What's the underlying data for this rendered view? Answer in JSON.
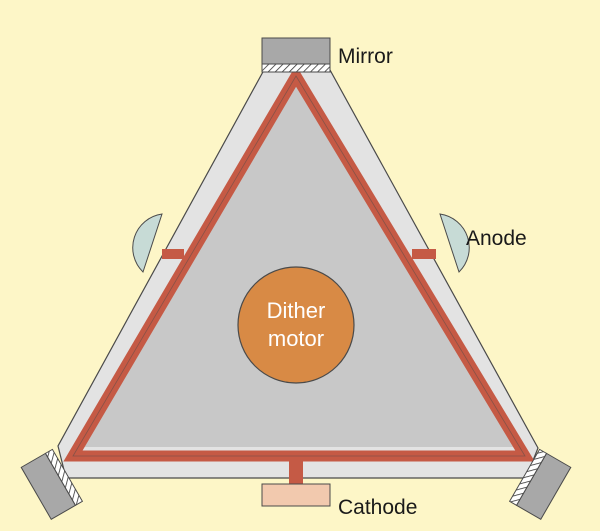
{
  "colors": {
    "background": "#fdf6c7",
    "block": "#c8c8c8",
    "outline": "#4a4a4a",
    "laser_path": "#c55a45",
    "frame": "#e3e3e3",
    "anode": "#c7dbd6",
    "cathode": "#f2c9ae",
    "dither_motor": "#d88a45",
    "mirror": "#a8a8a8"
  },
  "labels": {
    "mirror": "Mirror",
    "anode": "Anode",
    "cathode": "Cathode",
    "motor_line1": "Dither",
    "motor_line2": "motor"
  }
}
